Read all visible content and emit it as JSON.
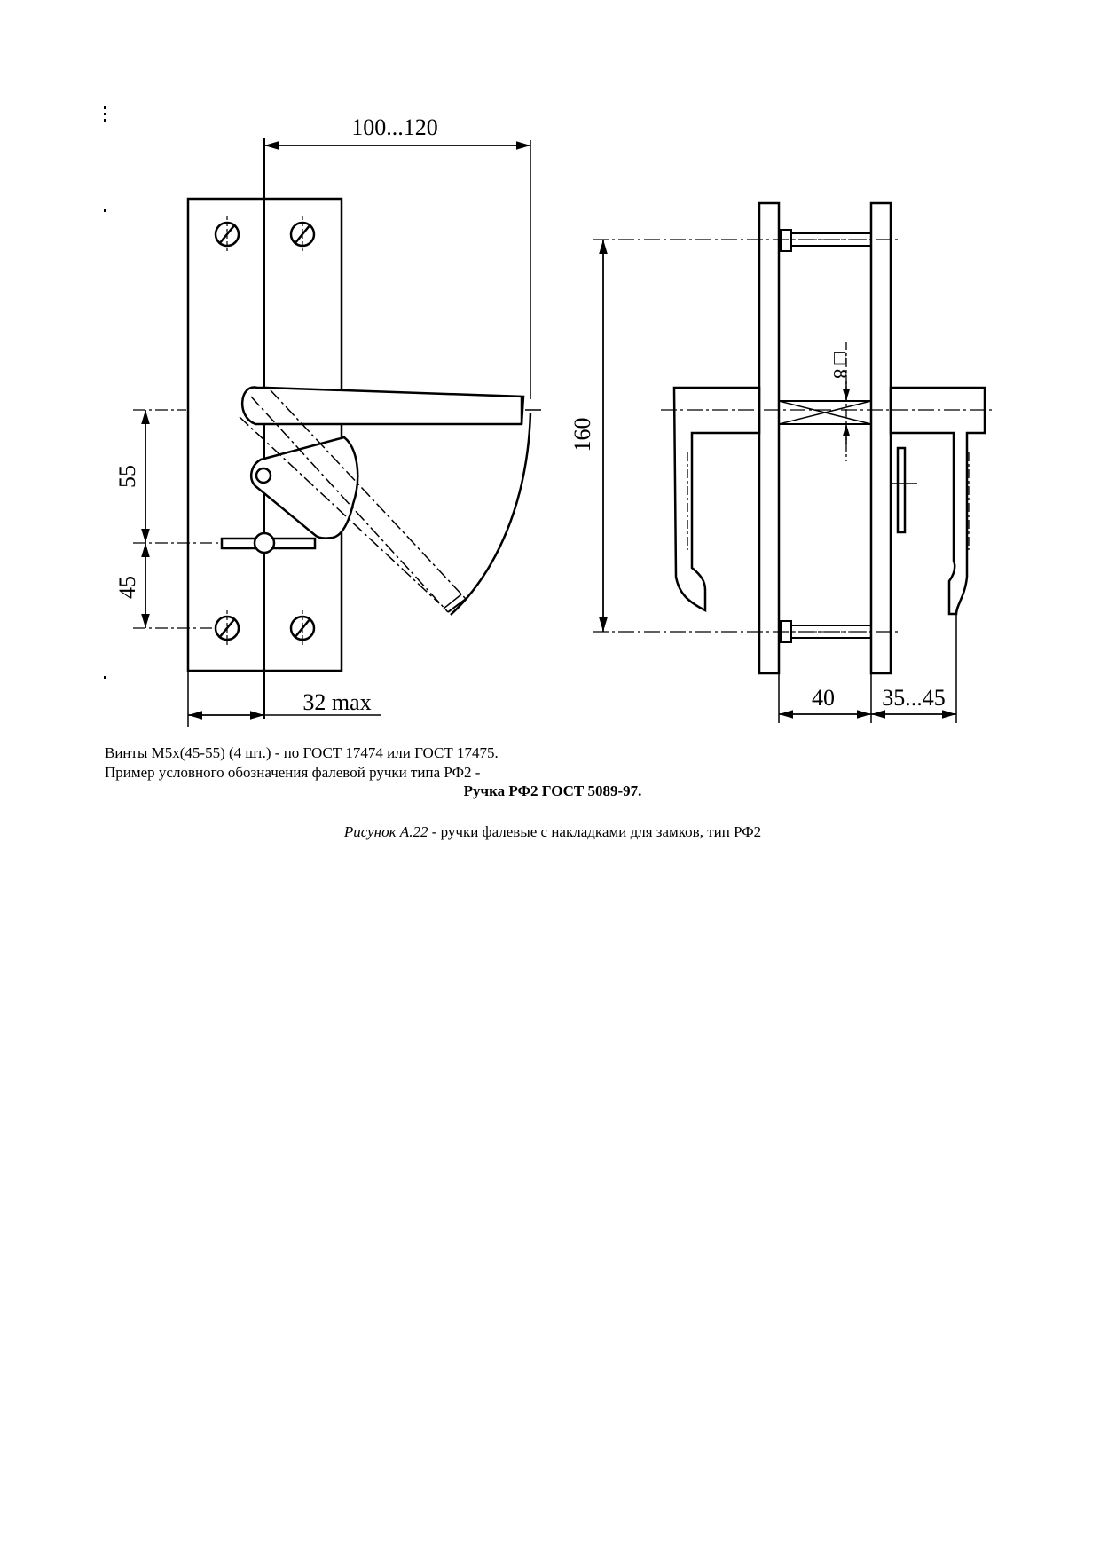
{
  "drawing": {
    "dimensions": {
      "top_width": "100...120",
      "height_upper": "55",
      "height_lower": "45",
      "plate_offset": "32 max",
      "total_height": "160",
      "square": "□ 8",
      "depth_left": "40",
      "depth_right": "35...45"
    }
  },
  "notes": {
    "screws": "Винты М5х(45-55) (4 шт.) - по ГОСТ 17474 или ГОСТ 17475.",
    "example": "Пример условного обозначения фалевой ручки типа РФ2 -",
    "designation": "Ручка РФ2 ГОСТ 5089-97."
  },
  "caption": {
    "number": "Рисунок А.22",
    "separator": " - ",
    "text": "ручки фалевые с накладками для замков, тип РФ2"
  }
}
